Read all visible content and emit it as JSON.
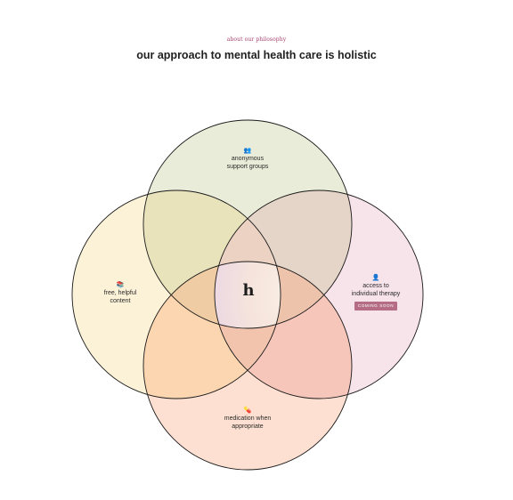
{
  "header": {
    "eyebrow": "about our philosophy",
    "title": "our approach to mental health care is holistic"
  },
  "center": {
    "mark": "h"
  },
  "circles": {
    "top": {
      "label_line1": "anonymous",
      "label_line2": "support groups",
      "icon": "people-icon",
      "fill": "#e9ecd8"
    },
    "left": {
      "label_line1": "free, helpful",
      "label_line2": "content",
      "icon": "books-icon",
      "fill": "#fcf2d8"
    },
    "right": {
      "label_line1": "access to",
      "label_line2": "individual therapy",
      "icon": "person-icon",
      "fill": "#f7e3ea",
      "badge": "COMING SOON"
    },
    "bottom": {
      "label_line1": "medication when",
      "label_line2": "appropriate",
      "icon": "pill-icon",
      "fill": "#fde0d1"
    }
  },
  "colors": {
    "accent": "#a23f6a",
    "badge": "#b56d86",
    "outline": "#1a1a1a"
  }
}
